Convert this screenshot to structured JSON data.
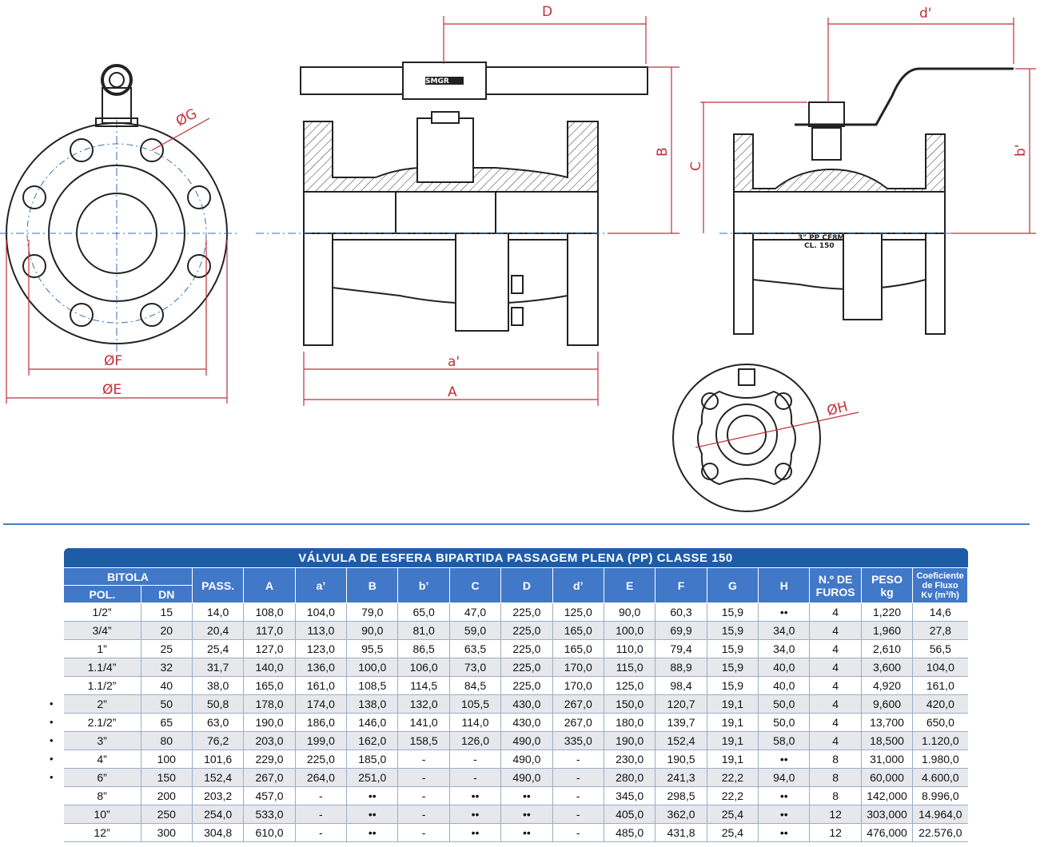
{
  "drawing_labels": {
    "phi_g": "ØG",
    "phi_f": "ØF",
    "phi_e": "ØE",
    "phi_h": "ØH",
    "dim_d": "D",
    "dim_d_prime": "d'",
    "dim_a_prime": "a'",
    "dim_a": "A",
    "dim_b": "B",
    "dim_b_prime": "b'",
    "dim_c": "C",
    "handle_brand": "SMGR",
    "body_marking_1": "3\" PP CF8M",
    "body_marking_2": "CL. 150"
  },
  "colors": {
    "title_bg": "#1f5ca8",
    "header_bg": "#4178c8",
    "stripe": "#e6e8ec",
    "dimension_lines": "#c0303a",
    "separator": "#3a7fc1"
  },
  "table": {
    "title": "VÁLVULA DE ESFERA BIPARTIDA PASSAGEM PLENA (PP) CLASSE 150",
    "header_group": "BITOLA",
    "headers": {
      "pol": "POL.",
      "dn": "DN",
      "pass": "PASS.",
      "a": "A",
      "a_prime": "a’",
      "b": "B",
      "b_prime": "b’",
      "c": "C",
      "d": "D",
      "d_prime": "d’",
      "e": "E",
      "f": "F",
      "g": "G",
      "h": "H",
      "furos_1": "N.º DE",
      "furos_2": "FUROS",
      "peso_1": "PESO",
      "peso_2": "kg",
      "kv_1": "Coeficiente",
      "kv_2": "de Fluxo",
      "kv_3": "Kv (m³/h)"
    },
    "rows": [
      {
        "mark": "",
        "cells": [
          "1/2”",
          "15",
          "14,0",
          "108,0",
          "104,0",
          "79,0",
          "65,0",
          "47,0",
          "225,0",
          "125,0",
          "90,0",
          "60,3",
          "15,9",
          "••",
          "4",
          "1,220",
          "14,6"
        ]
      },
      {
        "mark": "",
        "cells": [
          "3/4”",
          "20",
          "20,4",
          "117,0",
          "113,0",
          "90,0",
          "81,0",
          "59,0",
          "225,0",
          "165,0",
          "100,0",
          "69,9",
          "15,9",
          "34,0",
          "4",
          "1,960",
          "27,8"
        ]
      },
      {
        "mark": "",
        "cells": [
          "1”",
          "25",
          "25,4",
          "127,0",
          "123,0",
          "95,5",
          "86,5",
          "63,5",
          "225,0",
          "165,0",
          "110,0",
          "79,4",
          "15,9",
          "34,0",
          "4",
          "2,610",
          "56,5"
        ]
      },
      {
        "mark": "",
        "cells": [
          "1.1/4”",
          "32",
          "31,7",
          "140,0",
          "136,0",
          "100,0",
          "106,0",
          "73,0",
          "225,0",
          "170,0",
          "115,0",
          "88,9",
          "15,9",
          "40,0",
          "4",
          "3,600",
          "104,0"
        ]
      },
      {
        "mark": "",
        "cells": [
          "1.1/2”",
          "40",
          "38,0",
          "165,0",
          "161,0",
          "108,5",
          "114,5",
          "84,5",
          "225,0",
          "170,0",
          "125,0",
          "98,4",
          "15,9",
          "40,0",
          "4",
          "4,920",
          "161,0"
        ]
      },
      {
        "mark": "•",
        "cells": [
          "2”",
          "50",
          "50,8",
          "178,0",
          "174,0",
          "138,0",
          "132,0",
          "105,5",
          "430,0",
          "267,0",
          "150,0",
          "120,7",
          "19,1",
          "50,0",
          "4",
          "9,600",
          "420,0"
        ]
      },
      {
        "mark": "•",
        "cells": [
          "2.1/2”",
          "65",
          "63,0",
          "190,0",
          "186,0",
          "146,0",
          "141,0",
          "114,0",
          "430,0",
          "267,0",
          "180,0",
          "139,7",
          "19,1",
          "50,0",
          "4",
          "13,700",
          "650,0"
        ]
      },
      {
        "mark": "•",
        "cells": [
          "3”",
          "80",
          "76,2",
          "203,0",
          "199,0",
          "162,0",
          "158,5",
          "126,0",
          "490,0",
          "335,0",
          "190,0",
          "152,4",
          "19,1",
          "58,0",
          "4",
          "18,500",
          "1.120,0"
        ]
      },
      {
        "mark": "•",
        "cells": [
          "4”",
          "100",
          "101,6",
          "229,0",
          "225,0",
          "185,0",
          "-",
          "-",
          "490,0",
          "-",
          "230,0",
          "190,5",
          "19,1",
          "••",
          "8",
          "31,000",
          "1.980,0"
        ]
      },
      {
        "mark": "•",
        "cells": [
          "6”",
          "150",
          "152,4",
          "267,0",
          "264,0",
          "251,0",
          "-",
          "-",
          "490,0",
          "-",
          "280,0",
          "241,3",
          "22,2",
          "94,0",
          "8",
          "60,000",
          "4.600,0"
        ]
      },
      {
        "mark": "",
        "cells": [
          "8”",
          "200",
          "203,2",
          "457,0",
          "-",
          "••",
          "-",
          "••",
          "••",
          "-",
          "345,0",
          "298,5",
          "22,2",
          "••",
          "8",
          "142,000",
          "8.996,0"
        ]
      },
      {
        "mark": "",
        "cells": [
          "10”",
          "250",
          "254,0",
          "533,0",
          "-",
          "••",
          "-",
          "••",
          "••",
          "-",
          "405,0",
          "362,0",
          "25,4",
          "••",
          "12",
          "303,000",
          "14.964,0"
        ]
      },
      {
        "mark": "",
        "cells": [
          "12”",
          "300",
          "304,8",
          "610,0",
          "-",
          "••",
          "-",
          "••",
          "••",
          "-",
          "485,0",
          "431,8",
          "25,4",
          "••",
          "12",
          "476,000",
          "22.576,0"
        ]
      }
    ]
  }
}
